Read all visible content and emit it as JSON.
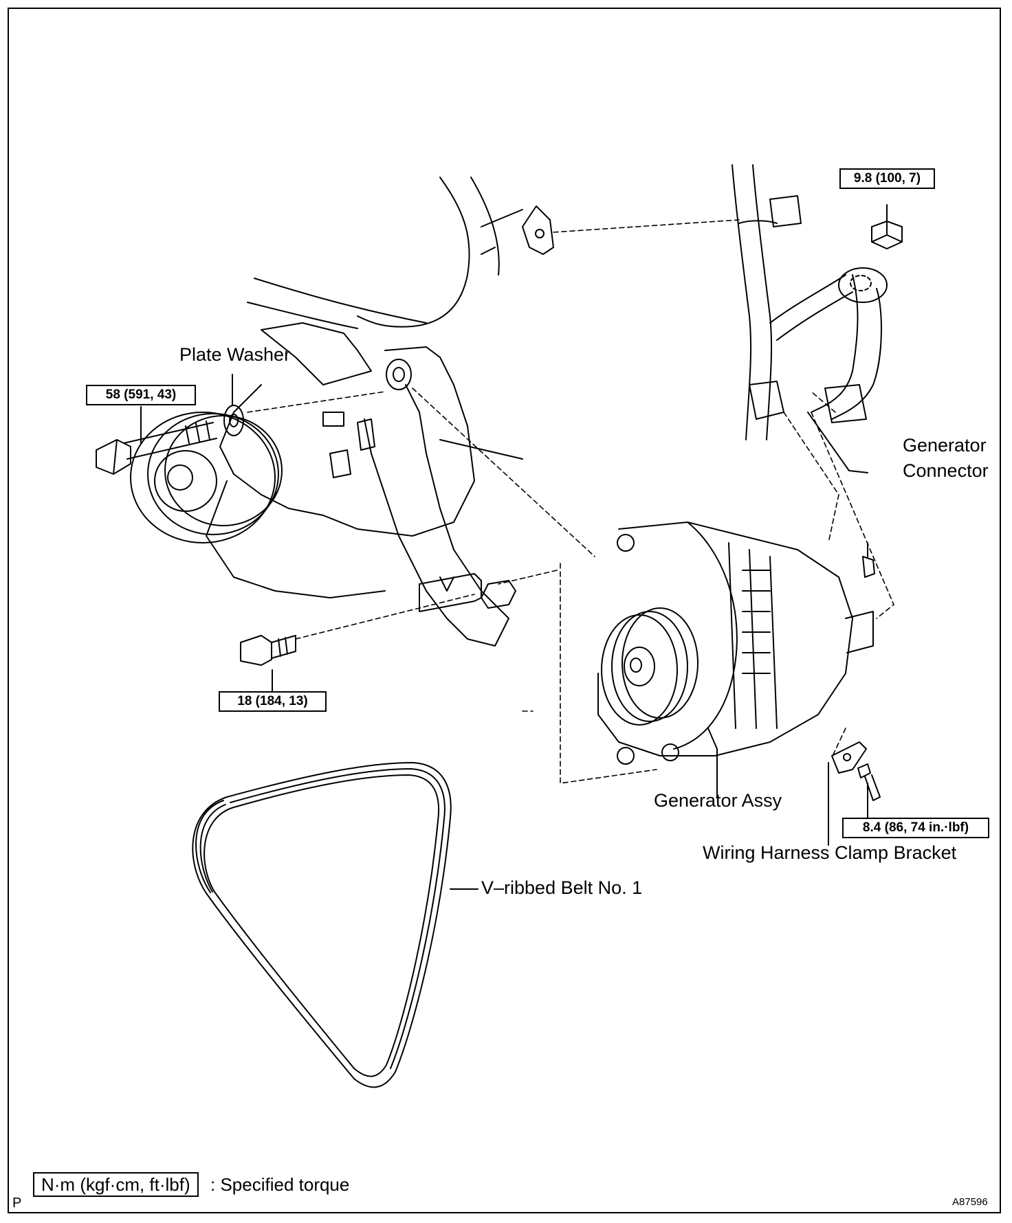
{
  "labels": {
    "plate_washer": "Plate Washer",
    "generator_connector_line1": "Generator",
    "generator_connector_line2": "Connector",
    "generator_assy": "Generator Assy",
    "wiring_harness_clamp_bracket": "Wiring Harness Clamp Bracket",
    "v_ribbed_belt": "V–ribbed Belt No. 1"
  },
  "torque_specs": {
    "pivot_bolt": "58 (591, 43)",
    "adjusting_bolt": "18 (184, 13)",
    "terminal_nut": "9.8 (100, 7)",
    "clamp_bracket_bolt": "8.4 (86, 74 in.·lbf)"
  },
  "legend": {
    "unit_box": "N·m (kgf·cm, ft·lbf)",
    "description": ": Specified torque"
  },
  "corner_mark": "P",
  "figure_id": "A87596"
}
